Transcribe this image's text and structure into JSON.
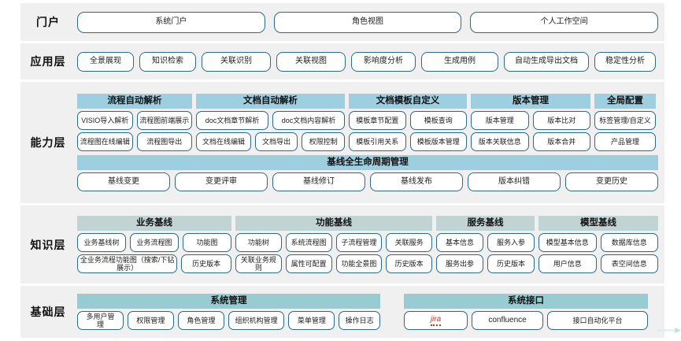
{
  "layers": [
    {
      "id": "portal",
      "label": "门户",
      "items": [
        "系统门户",
        "角色视图",
        "个人工作空间"
      ]
    },
    {
      "id": "application",
      "label": "应用层",
      "items": [
        "全景展现",
        "知识检索",
        "关联识别",
        "关联视图",
        "影响度分析",
        "生成用例",
        "自动生成导出文档",
        "稳定性分析"
      ]
    },
    {
      "id": "capability",
      "label": "能力层",
      "groups": [
        {
          "title": "流程自动解析",
          "rows": [
            [
              "VISIO导入解析",
              "流程图前端展示"
            ],
            [
              "流程图在线编辑",
              "流程图导出"
            ]
          ]
        },
        {
          "title": "文档自动解析",
          "rows": [
            [
              "doc文档章节解析",
              "doc文档内容解析"
            ],
            [
              "文档在线编辑",
              "文档导出",
              "权限控制"
            ]
          ]
        },
        {
          "title": "文档模板自定义",
          "rows": [
            [
              "模板章节配置",
              "模板查询"
            ],
            [
              "模板引用关系",
              "模板版本管理"
            ]
          ]
        },
        {
          "title": "版本管理",
          "rows": [
            [
              "版本管理",
              "版本比对"
            ],
            [
              "版本关联信息",
              "版本合并"
            ]
          ]
        },
        {
          "title": "全局配置",
          "rows": [
            [
              "标签管理/自定义"
            ],
            [
              "产品管理"
            ]
          ]
        }
      ],
      "lifecycle": {
        "title": "基线全生命周期管理",
        "items": [
          "基线变更",
          "变更评审",
          "基线修订",
          "基线发布",
          "版本纠错",
          "变更历史"
        ]
      }
    },
    {
      "id": "knowledge",
      "label": "知识层",
      "groups": [
        {
          "title": "业务基线",
          "rows": [
            [
              "业务基线树",
              "业务流程图",
              "功能图"
            ],
            [
              "全业务流程功能图（搜索/下钻展示）",
              "历史版本"
            ]
          ]
        },
        {
          "title": "功能基线",
          "rows": [
            [
              "功能树",
              "系统流程图",
              "子流程管理",
              "关联服务"
            ],
            [
              "关联业务规则",
              "属性可配置",
              "功能全景图",
              "历史版本"
            ]
          ]
        },
        {
          "title": "服务基线",
          "rows": [
            [
              "基本信息",
              "服务入参"
            ],
            [
              "服务出参",
              "历史版本"
            ]
          ]
        },
        {
          "title": "模型基线",
          "rows": [
            [
              "模型基本信息",
              "数据库信息"
            ],
            [
              "用户信息",
              "表空间信息"
            ]
          ]
        }
      ]
    },
    {
      "id": "foundation",
      "label": "基础层",
      "groups": [
        {
          "title": "系统管理",
          "rows": [
            [
              "多用户管理",
              "权限管理",
              "角色管理",
              "组织机构管理",
              "菜单管理",
              "操作日志"
            ]
          ]
        },
        {
          "title": "系统接口",
          "rows": [
            [
              "jira",
              "confluence",
              "接口自动化平台"
            ]
          ]
        }
      ]
    }
  ],
  "colors": {
    "band_bg": "#f0f0f0",
    "pill_border": "#2d6a86",
    "capability_header": "#9ecfe0",
    "knowledge_header": "#c2d3d3",
    "foundation_header": "#97cdd2",
    "page_bg": "#ffffff"
  }
}
